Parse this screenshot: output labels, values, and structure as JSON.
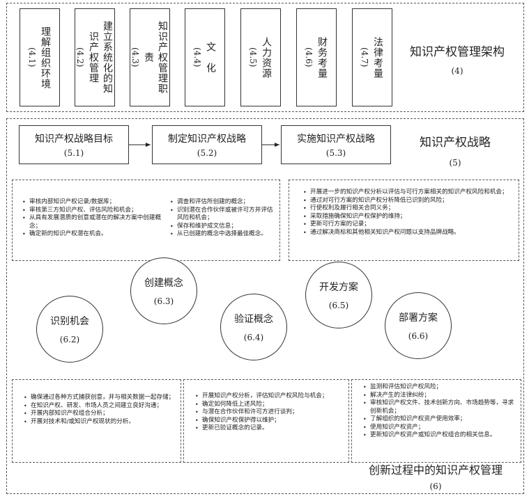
{
  "section4": {
    "title": "知识产权管理架构",
    "code": "(4)",
    "boxes": [
      {
        "label": "理解组织环境",
        "code": "(4.1)"
      },
      {
        "label": "建立系统化的知识产权管理",
        "code": "(4.2)"
      },
      {
        "label": "知识产权管理职责",
        "code": "(4.3)"
      },
      {
        "label": "文　化",
        "code": "(4.4)"
      },
      {
        "label": "人力资源",
        "code": "(4.5)"
      },
      {
        "label": "财务考量",
        "code": "(4.6)"
      },
      {
        "label": "法律考量",
        "code": "(4.7)"
      }
    ]
  },
  "section5": {
    "title": "知识产权战略",
    "code": "(5)",
    "steps": [
      {
        "label": "知识产权战略目标",
        "code": "(5.1)"
      },
      {
        "label": "制定知识产权战略",
        "code": "(5.2)"
      },
      {
        "label": "实施知识产权战略",
        "code": "(5.3)"
      }
    ]
  },
  "upper_left_col1": [
    "审核内部知识产权记录/数据库；",
    "审核第三方知识产权、评估风险和机会；",
    "从具有发展潜质的创意或潜在的解决方案中创建概念；",
    "确定新的知识产权潜在机会。"
  ],
  "upper_left_col2": [
    "调查和评估所创建的概念；",
    "识别潜在合作伙伴或被许可方并评估风险和机会；",
    "保存和维护成文信息；",
    "从已创建的概念中选择最佳概念。"
  ],
  "upper_right": [
    "开展进一步的知识产权分析以评估与可行方案相关的知识产权风险和机会；",
    "通过对可行方案的知识产权分析降低已识别的风险；",
    "行使权利及履行相关合同义务；",
    "采取措施确保知识产权保护的维持；",
    "更新可行方案的记录；",
    "通过解决商标和其他相关知识产权问题以支持品牌战略。"
  ],
  "circles": [
    {
      "label": "识别机会",
      "code": "(6.2)"
    },
    {
      "label": "创建概念",
      "code": "(6.3)"
    },
    {
      "label": "验证概念",
      "code": "(6.4)"
    },
    {
      "label": "开发方案",
      "code": "(6.5)"
    },
    {
      "label": "部署方案",
      "code": "(6.6)"
    }
  ],
  "lower_left": [
    "确保通过各种方式捕获创意，并与相关数据一起存储；",
    "在知识产权、研发、市场人员之间建立良好沟通；",
    "开展内部知识产权组合分析；",
    "开展对技术和/或知识产权现状的分析。"
  ],
  "lower_mid": [
    "开展知识产权分析，评估知识产权风险与机会；",
    "确定如何降低上述风险；",
    "与潜在合作伙伴和许可方进行谈判；",
    "确保知识产权保护得以维护；",
    "更新已验证概念的记录。"
  ],
  "lower_right": [
    "监测和评估知识产权风险；",
    "解决产生的法律纠纷；",
    "审核知识产权文件、技术创新方向、市场趋势等，寻求创新机会；",
    "了解组织的知识产权资产使用效率；",
    "使用知识产权资产；",
    "更新知识产权资产或知识产权组合的相关信息。"
  ],
  "section6": {
    "title": "创新过程中的知识产权管理",
    "code": "(6)"
  }
}
